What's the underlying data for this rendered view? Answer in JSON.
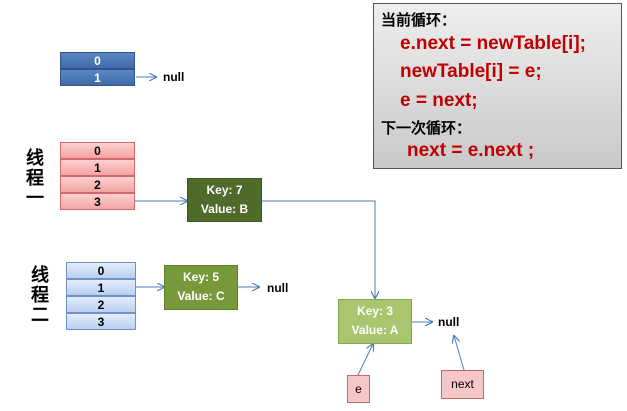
{
  "top_array": {
    "cells": [
      "0",
      "1"
    ],
    "null_label": "null"
  },
  "thread1": {
    "label_chars": [
      "线",
      "程",
      "一"
    ],
    "cells": [
      "0",
      "1",
      "2",
      "3"
    ]
  },
  "thread2": {
    "label_chars": [
      "线",
      "程",
      "二"
    ],
    "cells": [
      "0",
      "1",
      "2",
      "3"
    ]
  },
  "nodes": {
    "key7": {
      "key": "Key: 7",
      "value": "Value: B"
    },
    "key5": {
      "key": "Key: 5",
      "value": "Value: C",
      "null_label": "null"
    },
    "key3": {
      "key": "Key: 3",
      "value": "Value: A",
      "null_label": "null"
    }
  },
  "pointers": {
    "e": "e",
    "next": "next"
  },
  "code_panel": {
    "heading_current": "当前循环：",
    "lines": [
      "e.next = newTable[i];",
      "newTable[i] = e;",
      "e = next;"
    ],
    "heading_next": "下一次循环：",
    "next_line": "next = e.next ;"
  },
  "colors": {
    "code_text": "#c00000",
    "array_blue": "#4a77b6",
    "array_red": "#f7b7b7",
    "array_light_blue": "#c9dbf5",
    "node_dark": "#4f6b2a",
    "node_mid": "#78993a",
    "node_light": "#a9c66e",
    "arrow": "#4a7ebb"
  }
}
